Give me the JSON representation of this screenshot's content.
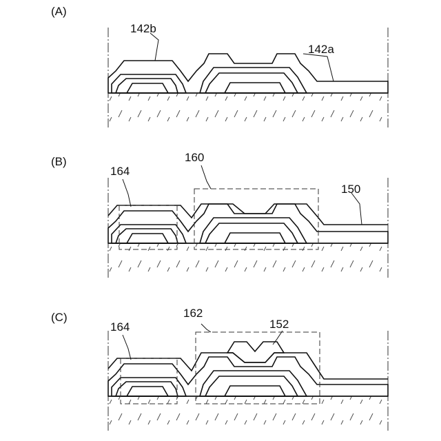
{
  "panels": [
    {
      "id": "A",
      "label": "(A)",
      "callouts": [
        "142b",
        "142a"
      ]
    },
    {
      "id": "B",
      "label": "(B)",
      "callouts": [
        "164",
        "160",
        "150"
      ]
    },
    {
      "id": "C",
      "label": "(C)",
      "callouts": [
        "164",
        "162",
        "152"
      ]
    }
  ]
}
